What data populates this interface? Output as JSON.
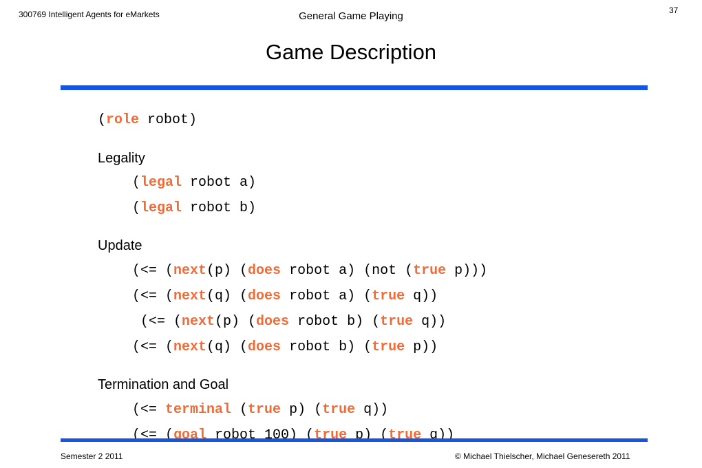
{
  "header": {
    "course": "300769 Intelligent Agents for eMarkets",
    "topic": "General Game Playing",
    "page_number": "37"
  },
  "title": "Game Description",
  "colors": {
    "keyword": "#f26a35",
    "rule": "#1655e0",
    "text": "#000000"
  },
  "lines": [
    {
      "kind": "code",
      "indent": 1,
      "segments": [
        {
          "t": "(",
          "k": false
        },
        {
          "t": "role",
          "k": true
        },
        {
          "t": " robot)",
          "k": false
        }
      ]
    },
    {
      "kind": "heading",
      "indent": 1,
      "segments": [
        {
          "t": "Legality",
          "k": false
        }
      ]
    },
    {
      "kind": "code",
      "indent": 2,
      "segments": [
        {
          "t": "(",
          "k": false
        },
        {
          "t": "legal",
          "k": true
        },
        {
          "t": " robot a)",
          "k": false
        }
      ]
    },
    {
      "kind": "code",
      "indent": 2,
      "segments": [
        {
          "t": "(",
          "k": false
        },
        {
          "t": "legal",
          "k": true
        },
        {
          "t": " robot b)",
          "k": false
        }
      ]
    },
    {
      "kind": "heading",
      "indent": 1,
      "segments": [
        {
          "t": "Update",
          "k": false
        }
      ]
    },
    {
      "kind": "code",
      "indent": 2,
      "segments": [
        {
          "t": "(<= (",
          "k": false
        },
        {
          "t": "next",
          "k": true
        },
        {
          "t": "(p) (",
          "k": false
        },
        {
          "t": "does",
          "k": true
        },
        {
          "t": " robot a) (not (",
          "k": false
        },
        {
          "t": "true",
          "k": true
        },
        {
          "t": " p)))",
          "k": false
        }
      ]
    },
    {
      "kind": "code",
      "indent": 2,
      "segments": [
        {
          "t": "(<= (",
          "k": false
        },
        {
          "t": "next",
          "k": true
        },
        {
          "t": "(q) (",
          "k": false
        },
        {
          "t": "does",
          "k": true
        },
        {
          "t": " robot a) (",
          "k": false
        },
        {
          "t": "true",
          "k": true
        },
        {
          "t": " q))",
          "k": false
        }
      ]
    },
    {
      "kind": "code",
      "indent": 3,
      "segments": [
        {
          "t": "(<= (",
          "k": false
        },
        {
          "t": "next",
          "k": true
        },
        {
          "t": "(p) (",
          "k": false
        },
        {
          "t": "does",
          "k": true
        },
        {
          "t": " robot b) (",
          "k": false
        },
        {
          "t": "true",
          "k": true
        },
        {
          "t": " q))",
          "k": false
        }
      ]
    },
    {
      "kind": "code",
      "indent": 2,
      "segments": [
        {
          "t": "(<= (",
          "k": false
        },
        {
          "t": "next",
          "k": true
        },
        {
          "t": "(q) (",
          "k": false
        },
        {
          "t": "does",
          "k": true
        },
        {
          "t": " robot b) (",
          "k": false
        },
        {
          "t": "true",
          "k": true
        },
        {
          "t": " p))",
          "k": false
        }
      ]
    },
    {
      "kind": "heading",
      "indent": 1,
      "segments": [
        {
          "t": "Termination and Goal",
          "k": false
        }
      ]
    },
    {
      "kind": "code",
      "indent": 2,
      "segments": [
        {
          "t": "(<= ",
          "k": false
        },
        {
          "t": "terminal",
          "k": true
        },
        {
          "t": " (",
          "k": false
        },
        {
          "t": "true",
          "k": true
        },
        {
          "t": " p) (",
          "k": false
        },
        {
          "t": "true",
          "k": true
        },
        {
          "t": " q))",
          "k": false
        }
      ]
    },
    {
      "kind": "code",
      "indent": 2,
      "segments": [
        {
          "t": "(<= (",
          "k": false
        },
        {
          "t": "goal",
          "k": true
        },
        {
          "t": " robot 100) (",
          "k": false
        },
        {
          "t": "true",
          "k": true
        },
        {
          "t": " p) (",
          "k": false
        },
        {
          "t": "true",
          "k": true
        },
        {
          "t": " q))",
          "k": false
        }
      ]
    }
  ],
  "footer": {
    "semester": "Semester 2 2011",
    "copyright": "© Michael Thielscher, Michael Genesereth 2011"
  }
}
